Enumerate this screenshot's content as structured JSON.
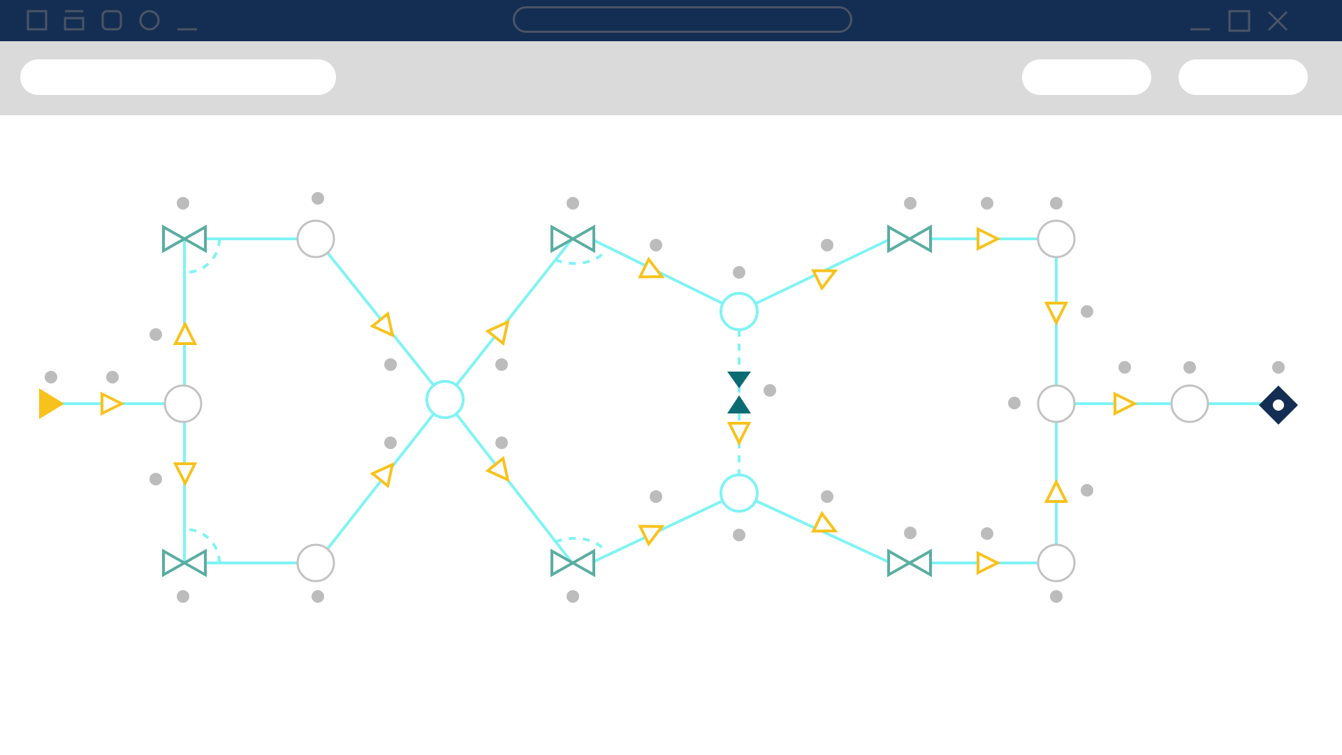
{
  "window": {
    "left_icons": [
      "square-icon",
      "tray-icon",
      "rounded-square-icon",
      "circle-icon",
      "minimize-line-icon"
    ],
    "right_icons": [
      "minimize-icon",
      "maximize-icon",
      "close-icon"
    ],
    "address_bar": ""
  },
  "toolbar": {
    "search_bar": "",
    "button_1": "",
    "button_2": ""
  },
  "diagram": {
    "colors": {
      "line": "#7ff3f5",
      "arrow": "#f8c21c",
      "valve": "#5aada1",
      "node_stroke": "#c2c2c2",
      "node_active": "#7ff3f5",
      "dot": "#bcbcbc",
      "check_valve": "#0b6b73",
      "terminal": "#142e53"
    },
    "elements": [
      "source-arrow",
      "flow-arrow",
      "junction-node",
      "valve",
      "check-valve",
      "sink-terminal"
    ]
  }
}
